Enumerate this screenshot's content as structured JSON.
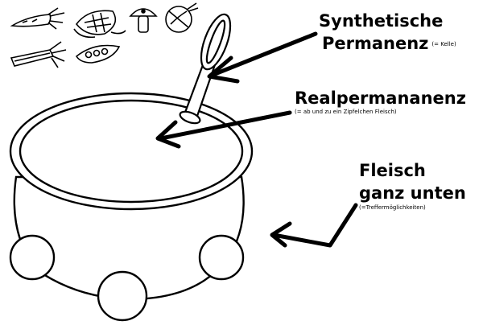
{
  "annotations": {
    "synthetic": {
      "title_line1": "Synthetische",
      "title_line2": "Permanenz",
      "note": "(= Kelle)"
    },
    "real": {
      "title": "Realpermananenz",
      "note": "(= ab und zu ein Zipfelchen Fleisch)"
    },
    "meat": {
      "title_line1": "Fleisch",
      "title_line2": "ganz unten",
      "note": "(=Treffermöglichkeiten)"
    }
  },
  "icons": [
    "carrot-icon",
    "corn-icon",
    "mushroom-icon",
    "beet-icon",
    "leek-icon",
    "peapod-icon",
    "pot-icon",
    "ladle-icon"
  ]
}
